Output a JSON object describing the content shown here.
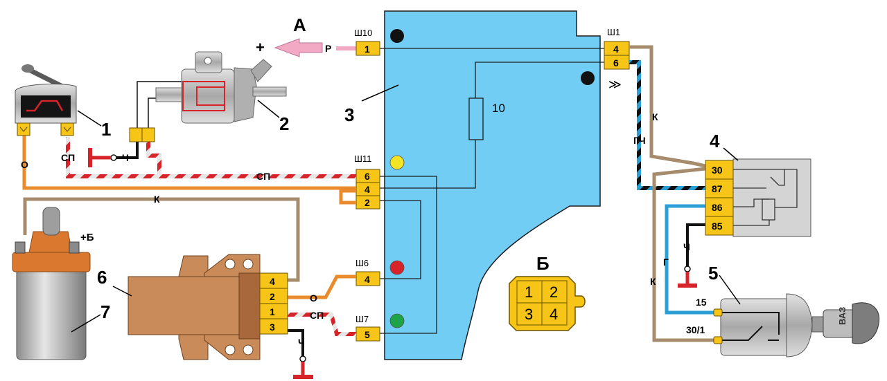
{
  "labels": {
    "arrow_letter": "А",
    "plus": "+",
    "wire_p": "Р",
    "comp_1": "1",
    "comp_2": "2",
    "comp_3": "3",
    "comp_4": "4",
    "comp_5": "5",
    "comp_6": "6",
    "comp_7": "7",
    "fuse_10": "10",
    "connector_b": "Б",
    "coil_plus_b": "+Б",
    "wire_o_left": "О",
    "wire_sp_left": "СП",
    "wire_ch_left": "Ч",
    "wire_sp_mid": "СП",
    "wire_k_top": "К",
    "wire_o_mid": "О",
    "wire_sp_low": "СП",
    "wire_ch_low": "Ч",
    "wire_k_right": "К",
    "wire_gch": "ГЧ",
    "wire_ch_relay": "Ч",
    "wire_g": "Г",
    "wire_k_low": "К",
    "key_text": "ВАЗ"
  },
  "connectors": {
    "sh10": "Ш10",
    "sh1": "Ш1",
    "sh11": "Ш11",
    "sh6": "Ш6",
    "sh7": "Ш7"
  },
  "pins": {
    "sh10_1": "1",
    "sh1_4": "4",
    "sh1_6": "6",
    "sh11_6": "6",
    "sh11_4": "4",
    "sh11_2": "2",
    "sh6_4": "4",
    "sh7_5": "5",
    "relay_30": "30",
    "relay_87": "87",
    "relay_86": "86",
    "relay_85": "85",
    "sw_15": "15",
    "sw_30_1": "30/1",
    "cm_4": "4",
    "cm_2": "2",
    "cm_1": "1",
    "cm_3": "3",
    "b_1": "1",
    "b_2": "2",
    "b_3": "3",
    "b_4": "4"
  },
  "colors": {
    "unit_fill": "#72cdf4",
    "pin_fill": "#f6c518",
    "wire_tan": "#a68c6c",
    "wire_orange": "#e98b2b",
    "wire_red": "#d6242a",
    "wire_blue": "#2a9fd6",
    "ground_red": "#d6242a",
    "module_fill": "#c98b5a",
    "coil_cap": "#d9782e",
    "relay_fill": "#d4d4d4"
  }
}
